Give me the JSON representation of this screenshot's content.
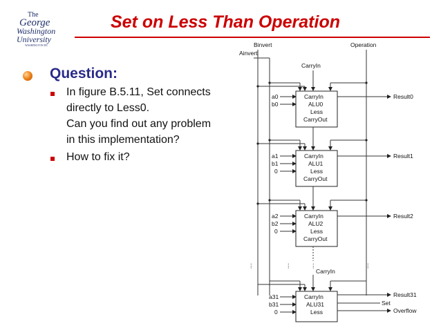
{
  "logo": {
    "line1": "The",
    "line2": "George",
    "line3": "Washington",
    "line4": "University",
    "line5": "WASHINGTON DC"
  },
  "slide": {
    "title": "Set on Less Than Operation",
    "question": "Question:",
    "bullet1_line1": "In figure B.5.11, Set connects",
    "bullet1_line2": "directly to Less0.",
    "bullet1_line3": "Can you find out any problem",
    "bullet1_line4": "in this implementation?",
    "bullet2": "How to fix it?"
  },
  "diagram": {
    "binvert": "Binvert",
    "ainvert": "Ainvert",
    "operation": "Operation",
    "carryin_top": "CarryIn",
    "carryin_gap": "CarryIn",
    "set": "Set",
    "alus": [
      {
        "a": "a0",
        "b": "b0",
        "less": "",
        "label_carry": "CarryIn",
        "name": "ALU0",
        "label_less": "Less",
        "label_carryout": "CarryOut",
        "result": "Result0"
      },
      {
        "a": "a1",
        "b": "b1",
        "less": "0",
        "label_carry": "CarryIn",
        "name": "ALU1",
        "label_less": "Less",
        "label_carryout": "CarryOut",
        "result": "Result1"
      },
      {
        "a": "a2",
        "b": "b2",
        "less": "0",
        "label_carry": "CarryIn",
        "name": "ALU2",
        "label_less": "Less",
        "label_carryout": "CarryOut",
        "result": "Result2"
      },
      {
        "a": "a31",
        "b": "b31",
        "less": "0",
        "label_carry": "CarryIn",
        "name": "ALU31",
        "label_less": "Less",
        "label_carryout": "",
        "result": "Result31"
      }
    ],
    "overflow": "Overflow"
  }
}
